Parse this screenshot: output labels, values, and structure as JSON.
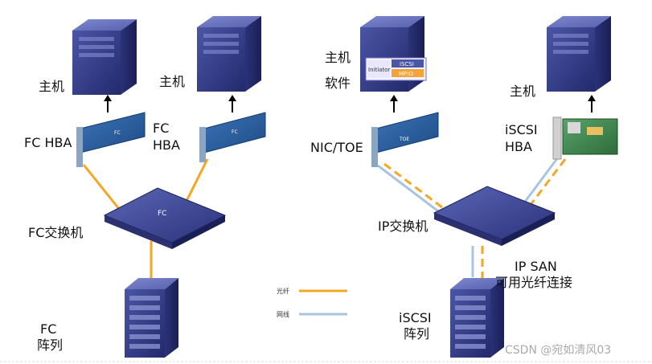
{
  "labels": {
    "host_left1": "主机",
    "host_left2": "主机",
    "fc_hba_left": "FC HBA",
    "fc_hba_right_line1": "FC",
    "fc_hba_right_line2": "HBA",
    "fc_switch": "FC交换机",
    "fc_array_line1": "FC",
    "fc_array_line2": "阵列",
    "host_mid": "主机",
    "software": "软件",
    "nic_toe": "NIC/TOE",
    "host_right": "主机",
    "iscsi_hba_line1": "iSCSI",
    "iscsi_hba_line2": "HBA",
    "ip_switch": "IP交换机",
    "ip_san_line1": "IP SAN",
    "ip_san_line2": "可用光纤连接",
    "iscsi_array_line1": "iSCSI",
    "iscsi_array_line2": "阵列",
    "switch_face_fc": "FC",
    "card_face_fc": "FC",
    "card_face_toe": "TOE",
    "software_initiator": "Initiator",
    "software_iscsi": "iSCSI",
    "software_mpio": "MPIO"
  },
  "legend": {
    "fiber_label": "光纤",
    "fiber_color": "#f5a623",
    "cable_label": "网线",
    "cable_color": "#a8c4e0"
  },
  "watermark": "CSDN @宛如清风03"
}
